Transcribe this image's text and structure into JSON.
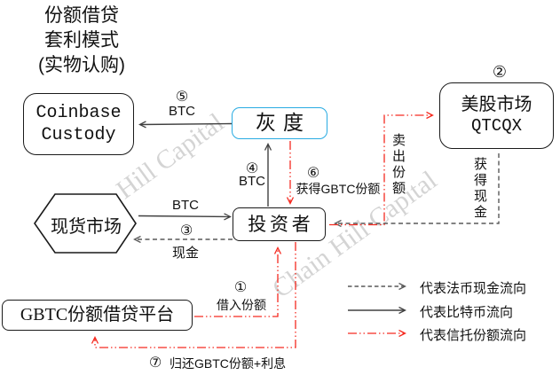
{
  "title": {
    "lines": [
      "份额借贷",
      "套利模式",
      "(实物认购)"
    ]
  },
  "watermark": {
    "text": "Chain Hill Capital"
  },
  "colors": {
    "grayscale_box_border": "#29abe2",
    "trust_flow_red": "#f52a20",
    "btc_flow_black": "#404040",
    "fiat_flow_gray": "#595959"
  },
  "nodes": {
    "coinbase": {
      "lines": [
        "Coinbase",
        "Custody"
      ]
    },
    "grayscale": {
      "label": "灰度"
    },
    "us_market": {
      "lines": [
        "美股市场",
        "QTCQX"
      ]
    },
    "spot_market": {
      "label": "现货市场"
    },
    "investor": {
      "label": "投资者"
    },
    "gbtc_platform": {
      "label": "GBTC份额借贷平台"
    }
  },
  "edges": {
    "step1": {
      "num": "①",
      "label": "借入份额"
    },
    "step2": {
      "num": "②"
    },
    "step3": {
      "num": "③",
      "label": "现金"
    },
    "step4": {
      "num": "④",
      "label": "BTC"
    },
    "step5": {
      "num": "⑤",
      "label": "BTC"
    },
    "step6": {
      "num": "⑥",
      "label": "获得GBTC份额"
    },
    "step7": {
      "num": "⑦",
      "label": "归还GBTC份额+利息"
    },
    "btc_spot": {
      "label": "BTC"
    },
    "sell_shares": {
      "label": "卖出份额"
    },
    "get_cash": {
      "label": "获得现金"
    }
  },
  "legend": {
    "items": [
      {
        "style": "dashed",
        "color": "#595959",
        "label": "代表法币现金流向"
      },
      {
        "style": "solid",
        "color": "#404040",
        "label": "代表比特币流向"
      },
      {
        "style": "dashdot",
        "color": "#f52a20",
        "label": "代表信托份额流向"
      }
    ]
  }
}
